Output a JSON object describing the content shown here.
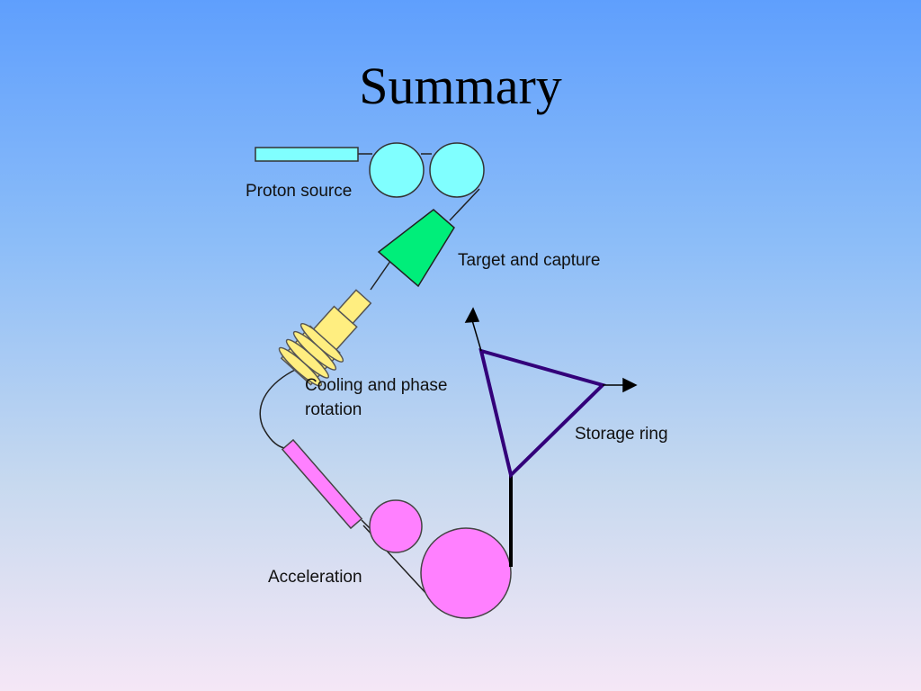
{
  "slide": {
    "title": "Summary"
  },
  "diagram": {
    "labels": {
      "proton_source": "Proton source",
      "target_capture": "Target and capture",
      "cooling_line1": "Cooling and phase",
      "cooling_line2": "rotation",
      "storage_ring": "Storage ring",
      "acceleration": "Acceleration"
    },
    "colors": {
      "proton_source": "#80ffff",
      "target": "#00ee7a",
      "cooling": "#ffee80",
      "acceleration": "#ff80ff",
      "storage_ring": "#33007a",
      "beamline": "#000000"
    }
  }
}
